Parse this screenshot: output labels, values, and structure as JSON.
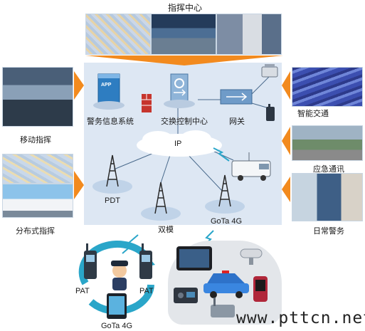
{
  "top": {
    "title": "指挥中心"
  },
  "left": {
    "mobile_command": "移动指挥",
    "distributed_command": "分布式指挥"
  },
  "right": {
    "smart_traffic": "智能交通",
    "emergency_comm": "应急通讯",
    "daily_police": "日常警务"
  },
  "center": {
    "police_info_system": "警务信息系统",
    "switch_control_center": "交换控制中心",
    "gateway": "网关",
    "ip_cloud": "IP",
    "pdt": "PDT",
    "dual_mode": "双模",
    "gota_4g": "GoTa 4G"
  },
  "server_badge": "APP",
  "bottom": {
    "pat_left": "PAT",
    "pat_right": "PAT",
    "gota_4g": "GoTa 4G"
  },
  "watermark": "www.pttcn.net",
  "colors": {
    "panel": "#dde7f3",
    "arrow": "#f28a1e",
    "cloud": "#ffffff",
    "tower": "#2a2a2a",
    "cycle": "#2aa6c9"
  },
  "icons": [
    "server-icon",
    "firewall-icon",
    "switch-icon",
    "router-icon",
    "tower-icon",
    "van-icon",
    "handset-icon",
    "telephone-icon"
  ]
}
